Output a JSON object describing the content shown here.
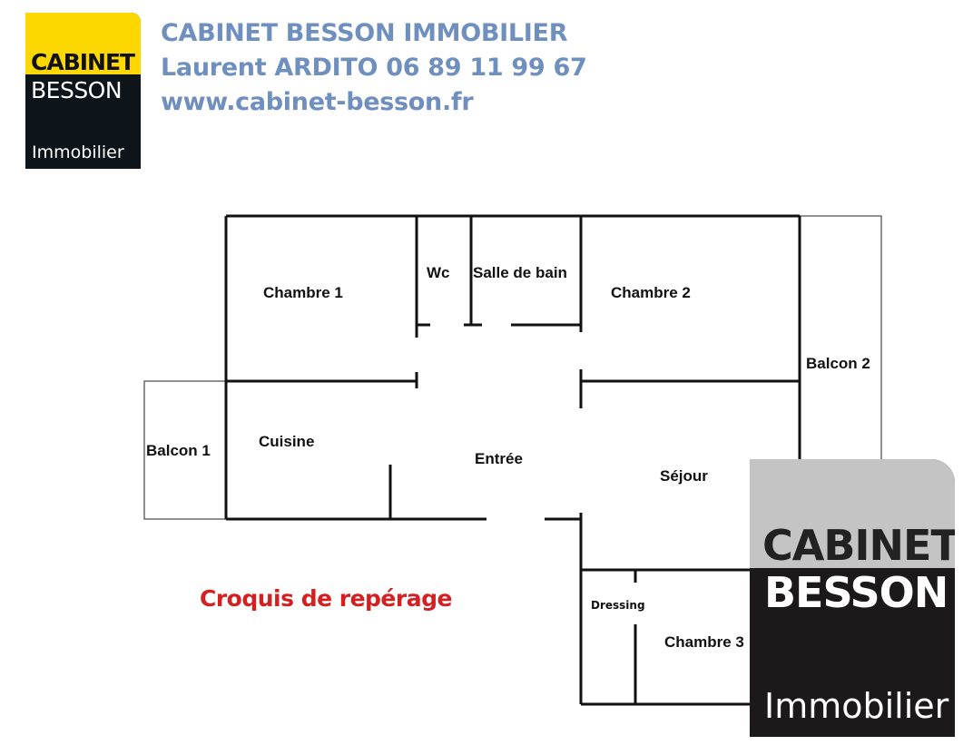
{
  "logo": {
    "line1": "CABINET",
    "line2": "BESSON",
    "line3": "Immobilier"
  },
  "header": {
    "company": "CABINET BESSON IMMOBILIER",
    "contact": "Laurent ARDITO 06 89 11 99 67",
    "website": "www.cabinet-besson.fr"
  },
  "plan": {
    "rooms": {
      "chambre1": "Chambre 1",
      "wc": "Wc",
      "salle_de_bain": "Salle de bain",
      "chambre2": "Chambre 2",
      "balcon2": "Balcon 2",
      "balcon1": "Balcon 1",
      "cuisine": "Cuisine",
      "entree": "Entrée",
      "sejour": "Séjour",
      "dressing": "Dressing",
      "chambre3": "Chambre 3"
    },
    "caption": "Croquis de repérage"
  },
  "colors": {
    "header": "#6f8fbf",
    "caption": "#d42020",
    "logo_yellow": "#fcd800",
    "logo_grey": "#c4c4c4"
  }
}
